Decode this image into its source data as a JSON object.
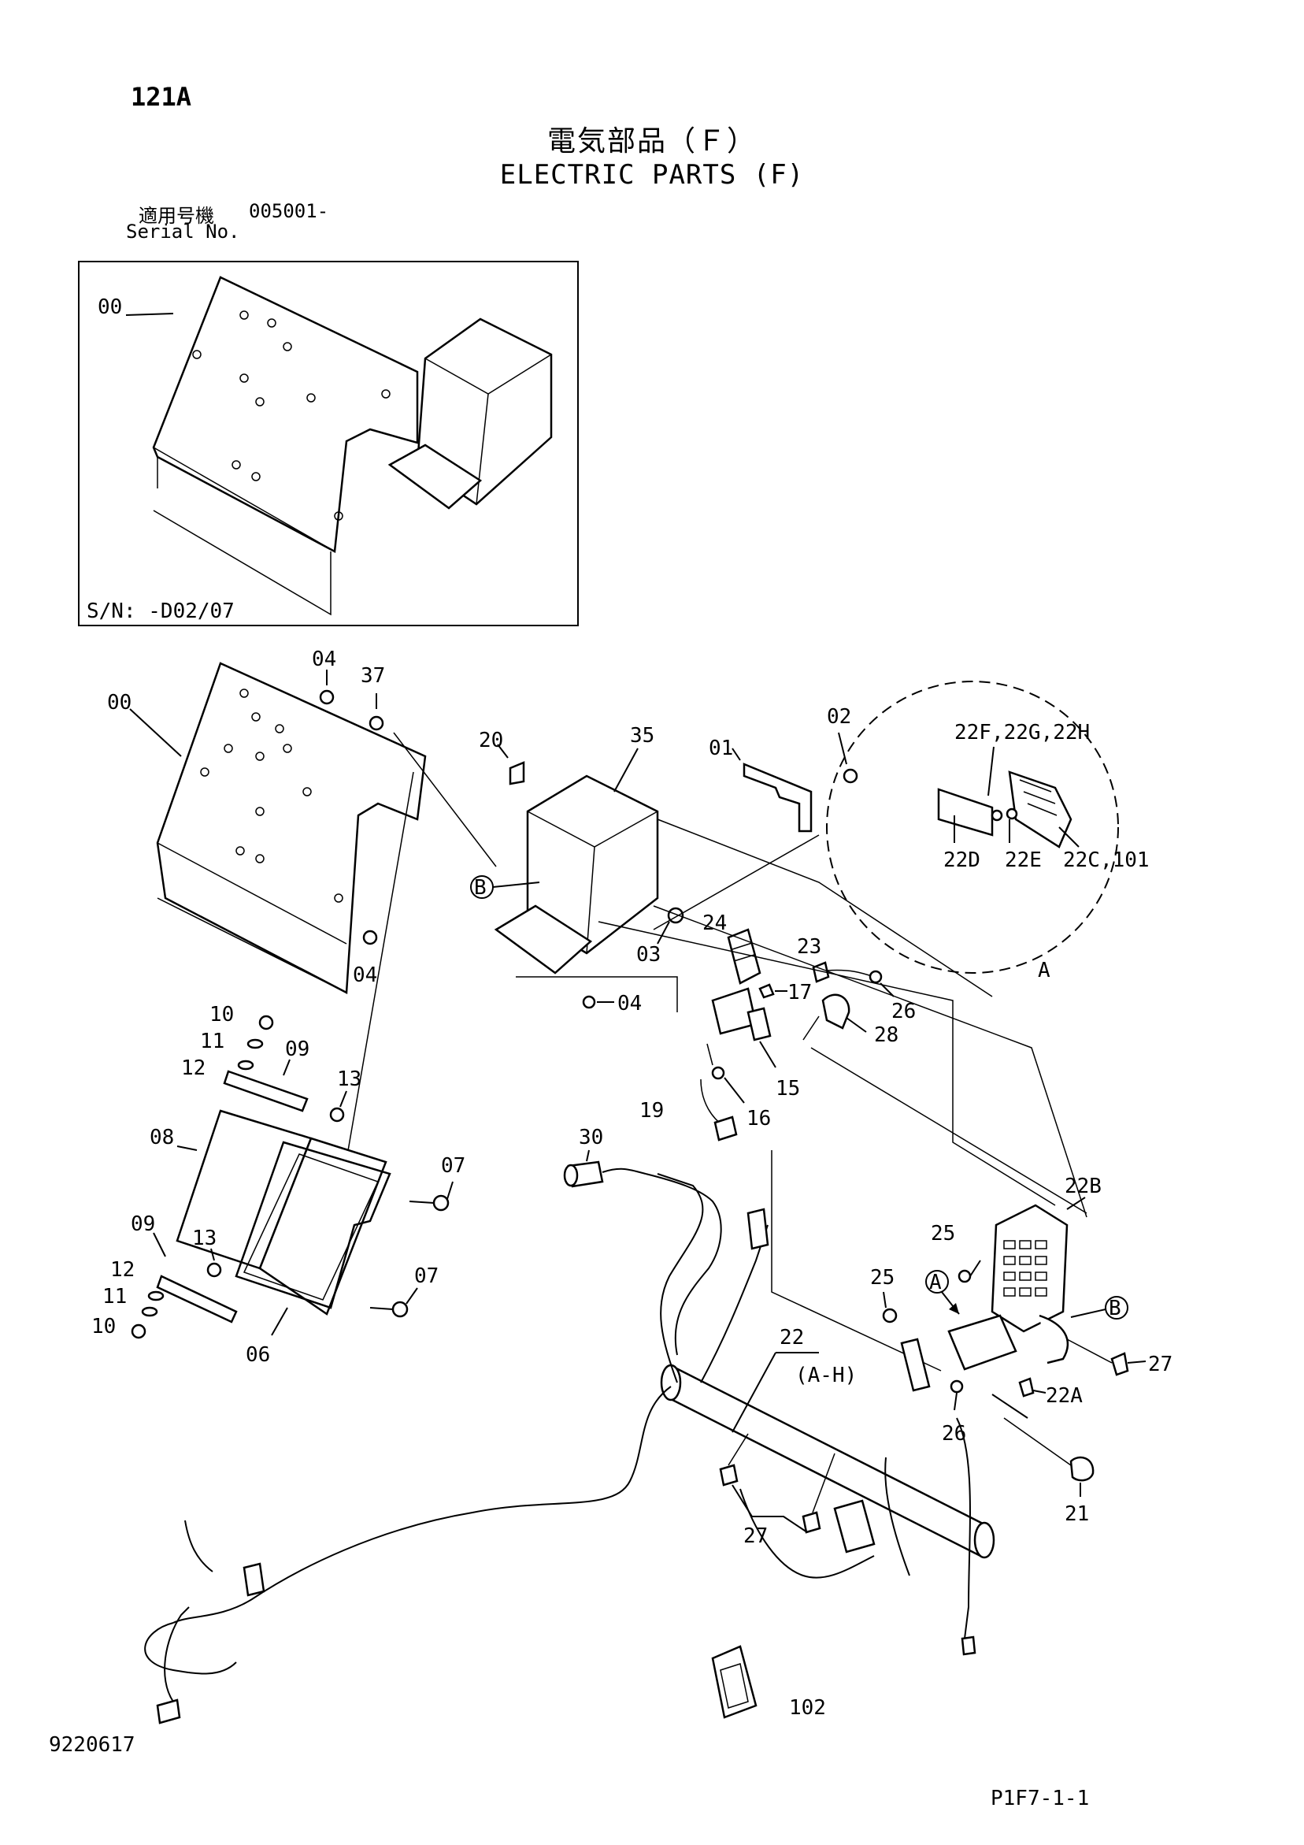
{
  "header": {
    "page_number": "121A",
    "title_jp": "電気部品（Ｆ）",
    "title_en": "ELECTRIC PARTS (F)",
    "serial_label_jp": "適用号機",
    "serial_value": "005001-",
    "serial_label_en": "Serial No."
  },
  "inset": {
    "serial_range": "S/N: -D02/07",
    "part_label": "00"
  },
  "detail_a": {
    "title": "A",
    "labels": [
      "22F,22G,22H",
      "22D",
      "22E",
      "22C,101"
    ]
  },
  "callouts": {
    "c00": "00",
    "c01": "01",
    "c02": "02",
    "c03": "03",
    "c04a": "04",
    "c04b": "04",
    "c04c": "04",
    "c06": "06",
    "c07a": "07",
    "c07b": "07",
    "c08": "08",
    "c09a": "09",
    "c09b": "09",
    "c10a": "10",
    "c10b": "10",
    "c11a": "11",
    "c11b": "11",
    "c12a": "12",
    "c12b": "12",
    "c13a": "13",
    "c13b": "13",
    "c15": "15",
    "c16": "16",
    "c17": "17",
    "c19": "19",
    "c20": "20",
    "c21": "21",
    "c22": "22",
    "c22range": "(A-H)",
    "c22A": "22A",
    "c22B": "22B",
    "c23": "23",
    "c24": "24",
    "c25a": "25",
    "c25b": "25",
    "c26a": "26",
    "c26b": "26",
    "c27a": "27",
    "c27b": "27",
    "c28": "28",
    "c30": "30",
    "c35": "35",
    "c37": "37",
    "c102": "102",
    "markerA": "A",
    "markerB1": "B",
    "markerB2": "B"
  },
  "footer": {
    "doc_code": "9220617",
    "page_code": "P1F7-1-1"
  }
}
